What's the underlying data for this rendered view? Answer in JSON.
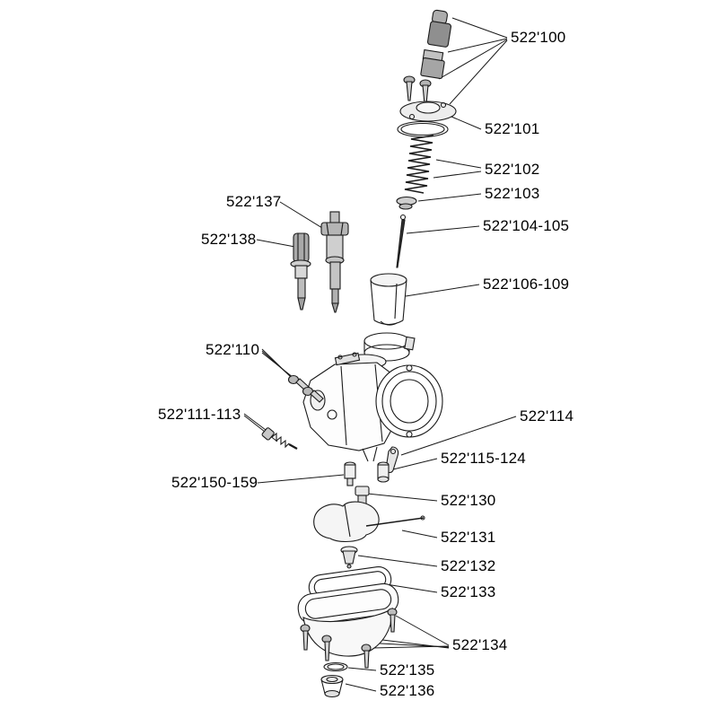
{
  "diagram": {
    "kind": "exploded-parts-diagram",
    "subject": "carburetor",
    "line_color": "#1a1a1a",
    "background": "#ffffff"
  },
  "labels": [
    {
      "part": "cable-adjusters",
      "text": "522'100"
    },
    {
      "part": "carb-top-cap",
      "text": "522'101"
    },
    {
      "part": "slide-spring",
      "text": "522'102"
    },
    {
      "part": "spring-seat",
      "text": "522'103"
    },
    {
      "part": "jet-needle",
      "text": "522'104-105"
    },
    {
      "part": "throttle-slide",
      "text": "522'106-109"
    },
    {
      "part": "choke-plunger-a",
      "text": "522'137"
    },
    {
      "part": "choke-plunger-b",
      "text": "522'138"
    },
    {
      "part": "top-cover-screws",
      "text": "522'110"
    },
    {
      "part": "idle-adjust-screw",
      "text": "522'111-113"
    },
    {
      "part": "choke-lever",
      "text": "522'114"
    },
    {
      "part": "needle-jet",
      "text": "522'115-124"
    },
    {
      "part": "pilot-jet",
      "text": "522'150-159"
    },
    {
      "part": "main-jet",
      "text": "522'130"
    },
    {
      "part": "float",
      "text": "522'131"
    },
    {
      "part": "float-needle-valve",
      "text": "522'132"
    },
    {
      "part": "bowl-gasket",
      "text": "522'133"
    },
    {
      "part": "float-bowl",
      "text": "522'134"
    },
    {
      "part": "drain-washer",
      "text": "522'135"
    },
    {
      "part": "drain-plug",
      "text": "522'136"
    }
  ]
}
